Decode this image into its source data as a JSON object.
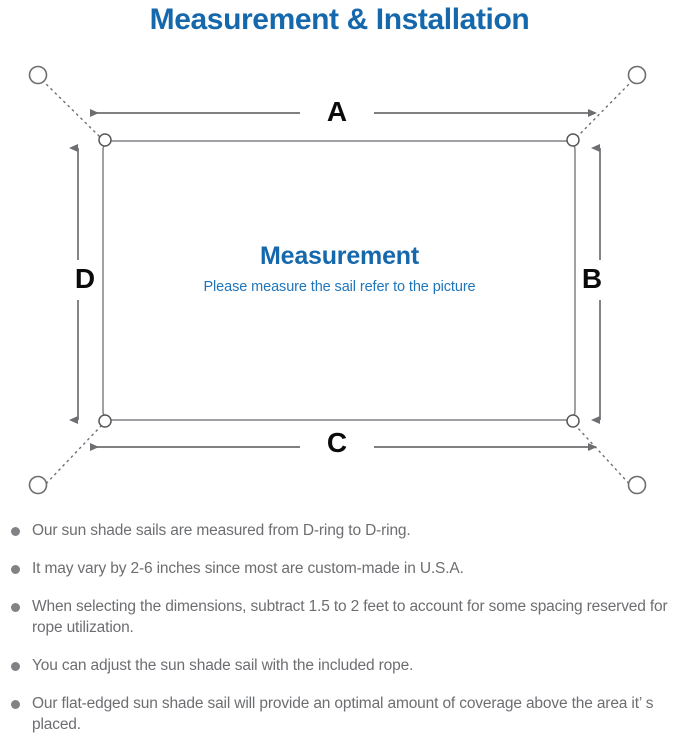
{
  "page": {
    "title": "Measurement & Installation",
    "title_color": "#1668ad",
    "background": "#ffffff"
  },
  "diagram": {
    "name": "sail-measurement-diagram",
    "caption_title": "Measurement",
    "caption_subtitle": "Please measure the sail refer to the picture",
    "caption_title_color": "#1668ad",
    "caption_subtitle_color": "#2076bb",
    "line_color": "#6d6e71",
    "sail_edge_color": "#808285",
    "dimension_labels": {
      "top": "A",
      "right": "B",
      "bottom": "C",
      "left": "D"
    },
    "anchor_points": [
      {
        "name": "anchor-top-left",
        "position": "top-left"
      },
      {
        "name": "anchor-top-right",
        "position": "top-right"
      },
      {
        "name": "anchor-bottom-left",
        "position": "bottom-left"
      },
      {
        "name": "anchor-bottom-right",
        "position": "bottom-right"
      }
    ],
    "d_rings": [
      {
        "name": "d-ring-top-left",
        "position": "top-left"
      },
      {
        "name": "d-ring-top-right",
        "position": "top-right"
      },
      {
        "name": "d-ring-bottom-left",
        "position": "bottom-left"
      },
      {
        "name": "d-ring-bottom-right",
        "position": "bottom-right"
      }
    ]
  },
  "notes": [
    {
      "text": "Our sun shade sails are measured from D-ring to D-ring."
    },
    {
      "text": "It may vary by 2-6 inches since most are custom-made in U.S.A."
    },
    {
      "text": "When selecting the dimensions, subtract 1.5 to 2 feet to account for some spacing reserved for rope utilization."
    },
    {
      "text": "You can adjust the sun shade sail with the included rope."
    },
    {
      "text": "Our flat-edged sun shade sail will provide an optimal amount of coverage above the area it’ s placed."
    }
  ]
}
